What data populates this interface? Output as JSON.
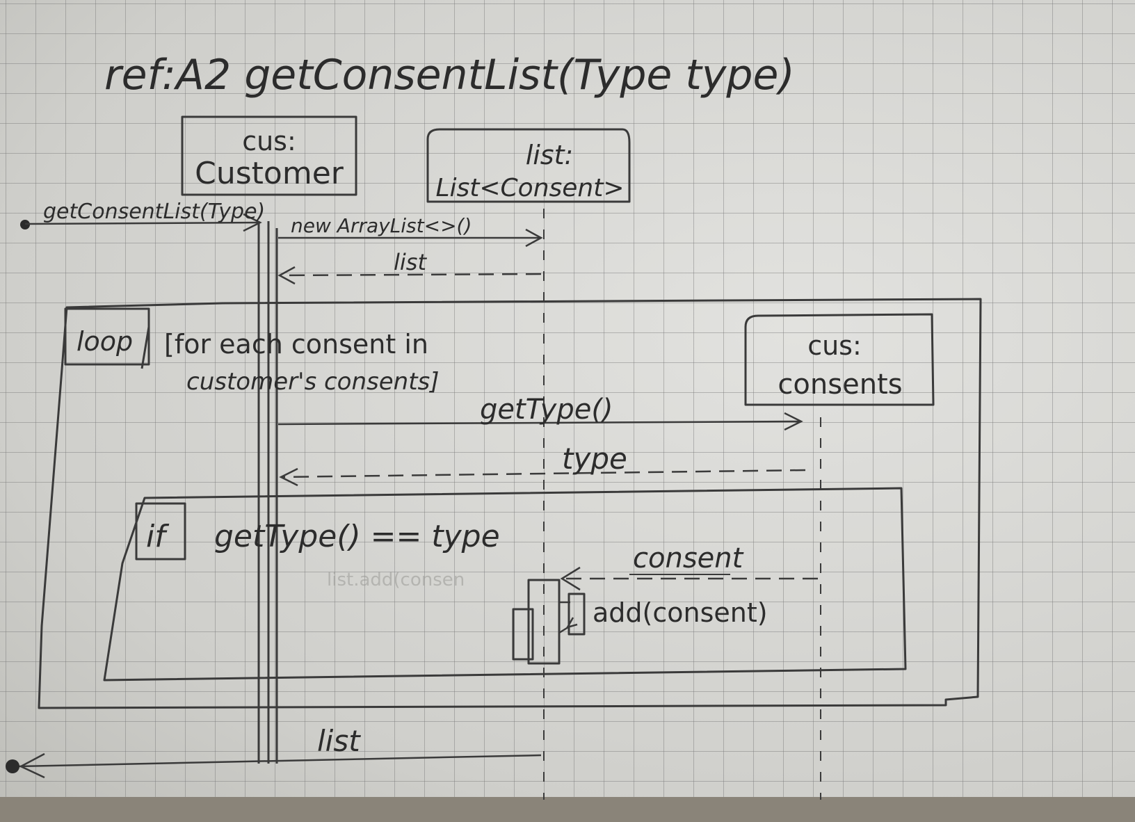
{
  "diagram": {
    "title": "ref:A2 getConsentList(Type type)",
    "lifelines": [
      {
        "id": "customer",
        "line1": "cus:",
        "line2": "Customer"
      },
      {
        "id": "list",
        "line1": "list:",
        "line2": "List<Consent>"
      },
      {
        "id": "consents",
        "line1": "cus:",
        "line2": "consents"
      }
    ],
    "messages": {
      "incoming_call": "getConsentList(Type)",
      "create_list": "new ArrayList<>()",
      "return_list_created": "list",
      "get_type": "getType()",
      "return_type": "type",
      "return_consent": "consent",
      "add_consent": "add(consent)",
      "return_list_final": "list"
    },
    "fragments": {
      "loop": {
        "operator": "loop",
        "guard_line1": "[for each consent in",
        "guard_line2": "customer's consents]"
      },
      "alt": {
        "operator": "if",
        "guard": "getType() == type"
      }
    },
    "erased_text": "list.add(consen"
  }
}
